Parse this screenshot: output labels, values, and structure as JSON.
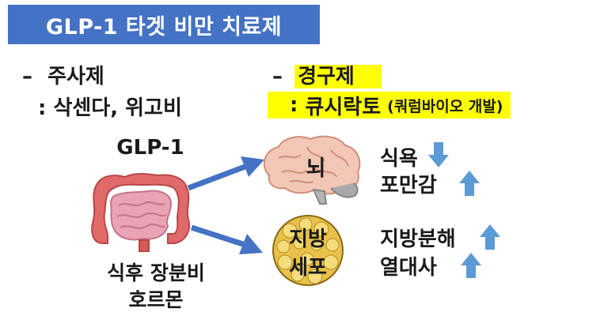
{
  "title": "GLP-1 타겟 비만 치료제",
  "injection": {
    "dash": "–",
    "label": "주사제",
    "examples": ": 삭센다, 위고비"
  },
  "oral": {
    "dash": "–",
    "label": "경구제",
    "product_prefix": ": ",
    "product": "큐시락토",
    "note": "(쿼럼바이오 개발)"
  },
  "source": {
    "label": "GLP-1",
    "caption_line1": "식후 장분비",
    "caption_line2": "호르몬"
  },
  "brain": {
    "label": "뇌",
    "effects": [
      {
        "text": "식욕",
        "direction": "down"
      },
      {
        "text": "포만감",
        "direction": "up"
      }
    ]
  },
  "fat_cell": {
    "label_line1": "지방",
    "label_line2": "세포",
    "effects": [
      {
        "text": "지방분해",
        "direction": "up"
      },
      {
        "text": "열대사",
        "direction": "up"
      }
    ]
  },
  "colors": {
    "title_bg": "#4472c4",
    "highlight": "#ffff00",
    "arrow": "#4472c4",
    "effect_arrow": "#5b9bd5"
  }
}
